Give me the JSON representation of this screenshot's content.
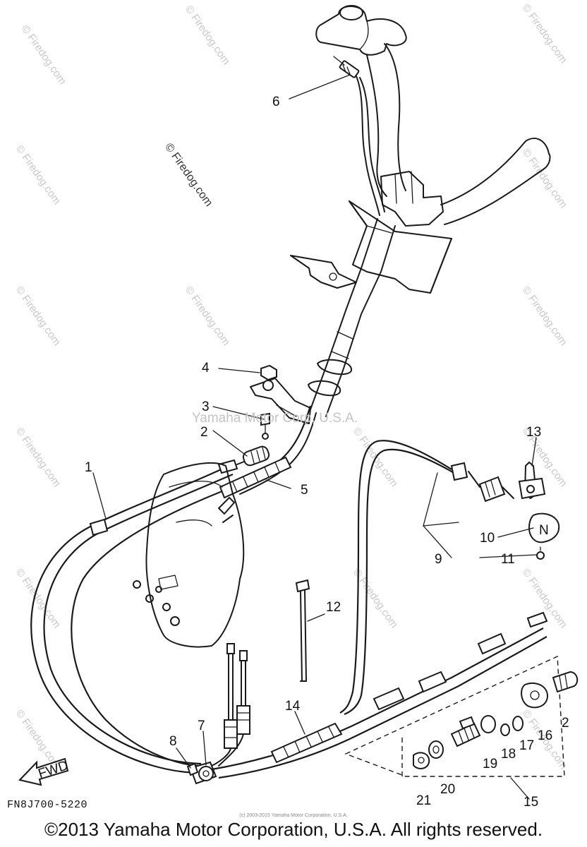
{
  "footer": {
    "copyright": "©2013 Yamaha Motor Corporation, U.S.A. All rights reserved.",
    "small_copyright": "(c) 2003-2015 Yamaha Motor Corporation, U.S.A."
  },
  "figure_code": "FN8J700-5220",
  "watermarks": {
    "center": "Yamaha Motor Corp, U.S.A.",
    "side": "© Firedog.com",
    "tile": "© Firedog.com"
  },
  "fwd_label": "FWD",
  "neutral_label": "N",
  "callouts": [
    "1",
    "2",
    "3",
    "4",
    "5",
    "6",
    "7",
    "8",
    "9",
    "10",
    "11",
    "12",
    "13",
    "14",
    "15",
    "16",
    "17",
    "18",
    "19",
    "20",
    "21",
    "2"
  ]
}
